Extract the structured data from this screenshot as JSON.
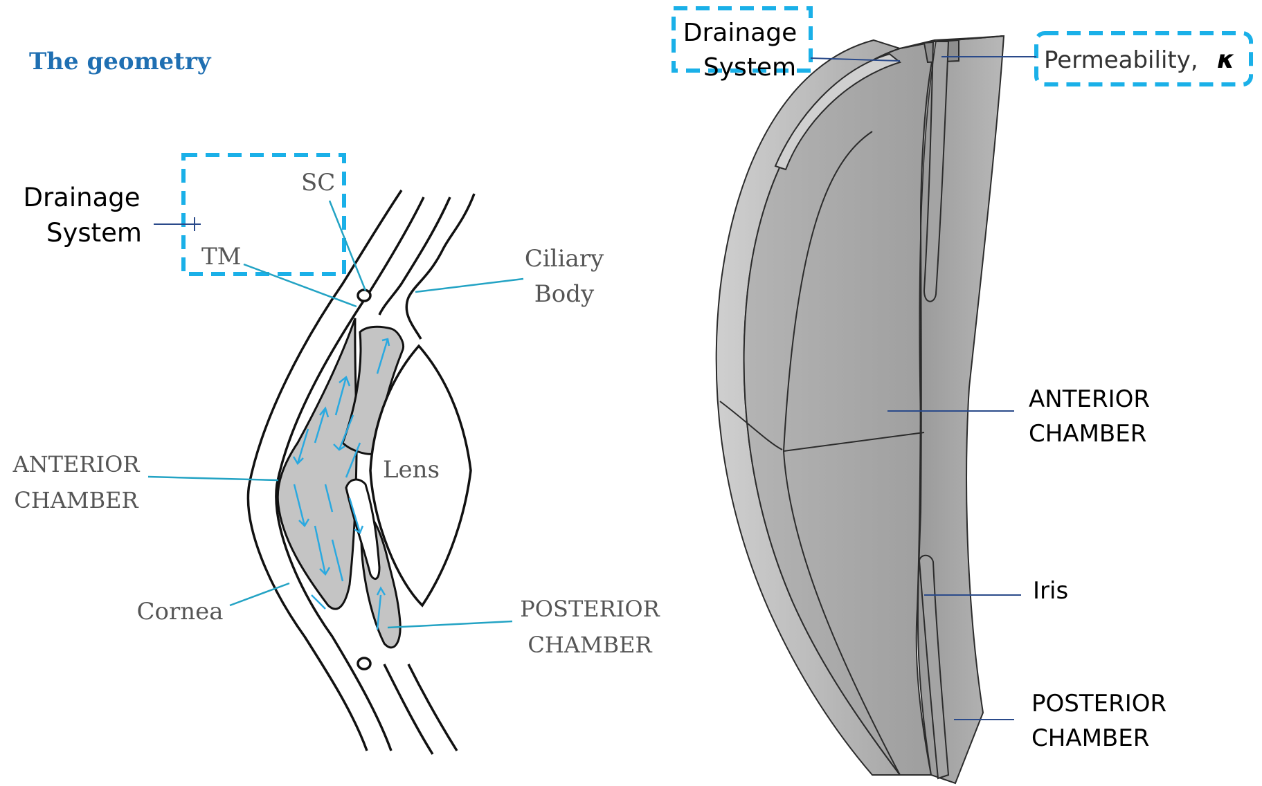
{
  "title": "The geometry",
  "left_figure": {
    "drainage_system": [
      "Drainage",
      "System"
    ],
    "sc": "SC",
    "tm": "TM",
    "ciliary_body": [
      "Ciliary",
      "Body"
    ],
    "anterior_chamber": [
      "ANTERIOR",
      "CHAMBER"
    ],
    "lens": "Lens",
    "cornea": "Cornea",
    "posterior_chamber": [
      "POSTERIOR",
      "CHAMBER"
    ]
  },
  "right_figure": {
    "drainage_system": [
      "Drainage",
      "System"
    ],
    "permeability": "Permeability,",
    "kappa": "κ",
    "anterior_chamber": [
      "ANTERIOR",
      "CHAMBER"
    ],
    "iris": "Iris",
    "posterior_chamber": [
      "POSTERIOR",
      "CHAMBER"
    ]
  },
  "colors": {
    "title": "#1f6fb2",
    "dashed_box": "#1ab0e8",
    "leader_cyan": "#23a3c4",
    "leader_navy": "#2a4a8a",
    "fluid_fill": "#c4c4c4",
    "flow_arrows": "#2aa9e0",
    "model_body": "#a9a9a9",
    "model_edge": "#2b2b2b"
  }
}
